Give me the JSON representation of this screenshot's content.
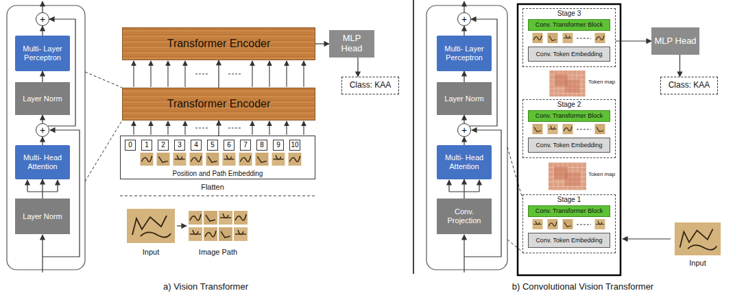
{
  "diagram": {
    "nodes": [
      {
        "text": [
          "Layer Norm"
        ]
      },
      {
        "text": [
          "Multi- Head Attention"
        ]
      },
      {
        "text": [
          "+"
        ]
      },
      {
        "text": [
          "Layer Norm"
        ]
      },
      {
        "text": [
          "Multi- Layer Perceptron"
        ]
      },
      {
        "text": [
          "+"
        ]
      },
      {
        "text": [
          "Transformer Encoder"
        ]
      },
      {
        "text": [
          "Transformer Encoder"
        ]
      },
      {
        "text": [
          "Position and Path Embedding"
        ]
      },
      {
        "text": [
          "0"
        ],
        "in": 8
      },
      {
        "text": [
          "1"
        ],
        "in": 8
      },
      {
        "text": [
          "2"
        ],
        "in": 8
      },
      {
        "text": [
          "3"
        ],
        "in": 8
      },
      {
        "text": [
          "4"
        ],
        "in": 8
      },
      {
        "text": [
          "5"
        ],
        "in": 8
      },
      {
        "text": [
          "6"
        ],
        "in": 8
      },
      {
        "text": [
          "7"
        ],
        "in": 8
      },
      {
        "text": [
          "8"
        ],
        "in": 8
      },
      {
        "text": [
          "9"
        ],
        "in": 8
      },
      {
        "text": [
          "10"
        ],
        "in": 8
      },
      {
        "text": [
          "MLP Head"
        ]
      },
      {
        "text": [
          "Class: KAA"
        ]
      },
      {
        "text": [
          "Conv. Projection"
        ]
      },
      {
        "text": [
          "Multi- Head Attention"
        ]
      },
      {
        "text": [
          "+"
        ]
      },
      {
        "text": [
          "Layer Norm"
        ]
      },
      {
        "text": [
          "Multi- Layer Perceptron"
        ]
      },
      {
        "text": [
          "+"
        ]
      },
      {
        "text": [
          "Stage 3"
        ]
      },
      {
        "text": [
          "Conv. Transformer Block"
        ],
        "in": 28
      },
      {
        "text": [
          "Conv. Token Embedding"
        ],
        "in": 28
      },
      {
        "text": [
          "Stage 2"
        ]
      },
      {
        "text": [
          "Conv. Transformer Block"
        ],
        "in": 31
      },
      {
        "text": [
          "Conv. Token Embedding"
        ],
        "in": 31
      },
      {
        "text": [
          "Stage 1"
        ]
      },
      {
        "text": [
          "Conv. Transformer Block"
        ],
        "in": 34
      },
      {
        "text": [
          "Conv. Token Embedding"
        ],
        "in": 34
      },
      {
        "text": [
          "MLP Head"
        ]
      },
      {
        "text": [
          "Class: KAA"
        ]
      }
    ],
    "edges": [
      {
        "from": 0,
        "to": 1,
        "arrow": "to"
      },
      {
        "from": 1,
        "to": 2,
        "arrow": "to"
      },
      {
        "from": 2,
        "to": 3,
        "arrow": "to"
      },
      {
        "from": 3,
        "to": 4,
        "arrow": "to"
      },
      {
        "from": 4,
        "to": 5,
        "arrow": "to"
      },
      {
        "from": 2,
        "to": 5,
        "arrow": "to"
      },
      {
        "from": 7,
        "to": 6,
        "arrow": "to"
      },
      {
        "from": 8,
        "to": 7,
        "arrow": "to"
      },
      {
        "from": 6,
        "to": 20,
        "arrow": "to"
      },
      {
        "from": 20,
        "to": 21,
        "arrow": "to"
      },
      {
        "from": 22,
        "to": 23,
        "arrow": "to"
      },
      {
        "from": 23,
        "to": 24,
        "arrow": "to"
      },
      {
        "from": 24,
        "to": 25,
        "arrow": "to"
      },
      {
        "from": 25,
        "to": 26,
        "arrow": "to"
      },
      {
        "from": 26,
        "to": 27,
        "arrow": "to"
      },
      {
        "from": 24,
        "to": 27,
        "arrow": "to"
      },
      {
        "from": 28,
        "to": 37,
        "arrow": "to"
      },
      {
        "from": 37,
        "to": 38,
        "arrow": "to"
      }
    ],
    "labels": [
      "Flatten",
      "Input",
      "Image Path",
      "Token map",
      "Token map",
      "Input",
      "a) Vision Transformer",
      "b) Convolutional Vision Transformer"
    ]
  }
}
